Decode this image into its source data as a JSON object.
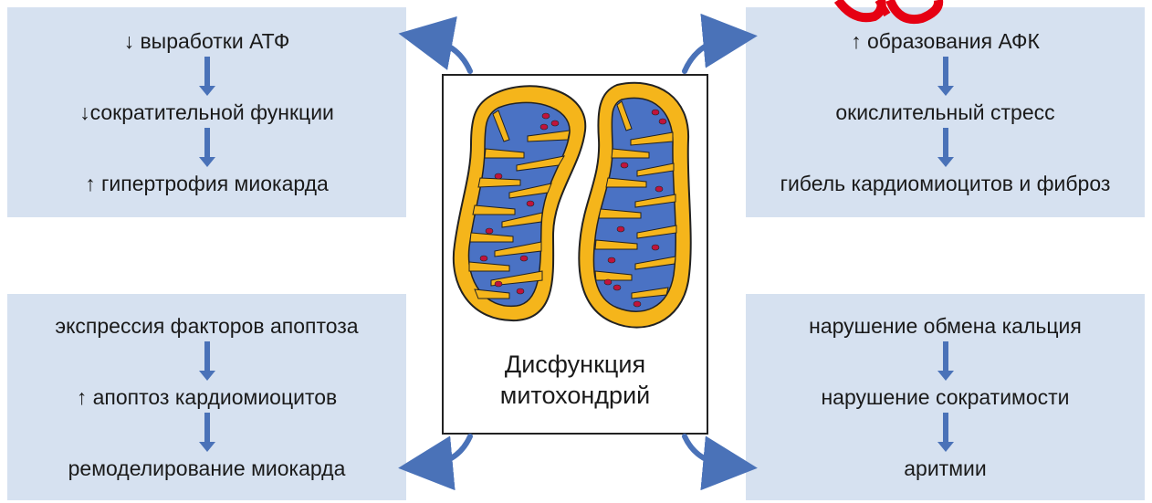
{
  "panels": {
    "top_left": {
      "lines": [
        "↓ выработки АТФ",
        "↓сократительной функции",
        "↑ гипертрофия миокарда"
      ]
    },
    "top_right": {
      "lines": [
        "↑ образования АФК",
        "окислительный стресс",
        "гибель кардиомиоцитов и фиброз"
      ]
    },
    "bottom_left": {
      "lines": [
        "экспрессия факторов апоптоза",
        "↑ апоптоз кардиомиоцитов",
        "ремоделирование миокарда"
      ]
    },
    "bottom_right": {
      "lines": [
        "нарушение обмена кальция",
        "нарушение сократимости",
        "аритмии"
      ]
    }
  },
  "center": {
    "title_line1": "Дисфункция",
    "title_line2": "митохондрий"
  },
  "colors": {
    "panel_bg": "#d6e1f0",
    "arrow": "#4a72b8",
    "mito_outer": "#f5b51b",
    "mito_inner": "#4a72c4",
    "mito_dots": "#c0143c",
    "logo": "#e60012"
  }
}
